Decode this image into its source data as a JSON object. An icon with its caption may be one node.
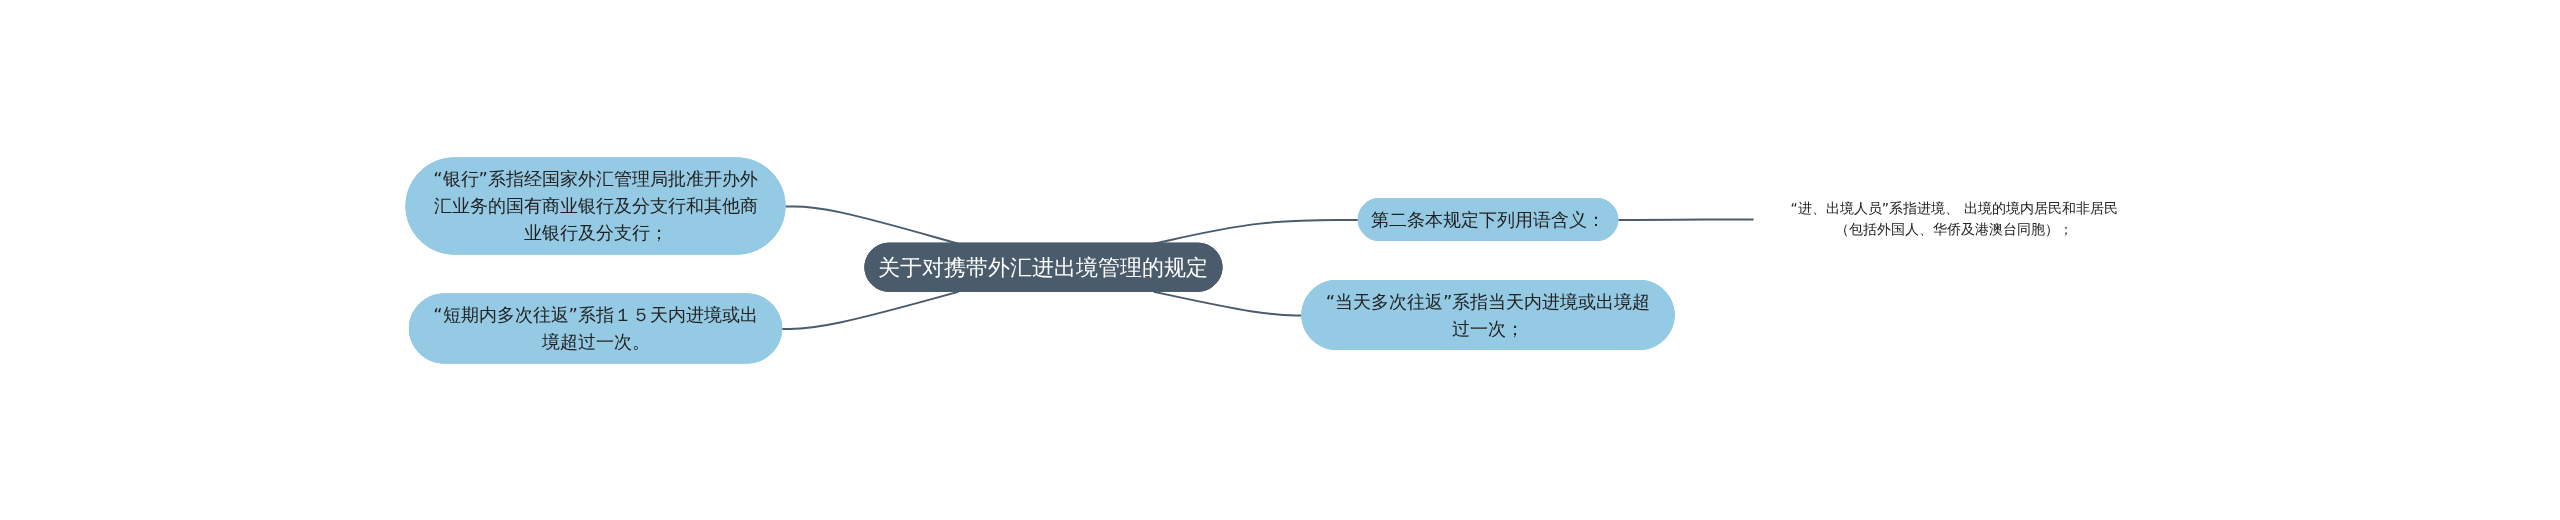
{
  "diagram": {
    "nodes": [
      {
        "text": [
          "关于对携带外汇进出境管理的规定"
        ]
      },
      {
        "text": [
          "“银行”系指经国家外汇管理局批准开办外汇业务的国有商业银行及分支行和其他商业银行及分支行；"
        ]
      },
      {
        "text": [
          "“短期内多次往返”系指１５天内进境或出境超过一次。"
        ]
      },
      {
        "text": [
          "第二条本规定下列用语含义："
        ]
      },
      {
        "text": [
          "“进、出境人员”系指进境、 出境的境内居民和非居民（包括外国人、华侨及港澳台同胞）；"
        ]
      },
      {
        "text": [
          "“当天多次往返”系指当天内进境或出境超过一次；"
        ]
      }
    ],
    "edges": [
      {
        "from": 1,
        "to": 0,
        "arrow": "none"
      },
      {
        "from": 2,
        "to": 0,
        "arrow": "none"
      },
      {
        "from": 0,
        "to": 3,
        "arrow": "none"
      },
      {
        "from": 3,
        "to": 4,
        "arrow": "none"
      },
      {
        "from": 0,
        "to": 5,
        "arrow": "none"
      }
    ]
  }
}
